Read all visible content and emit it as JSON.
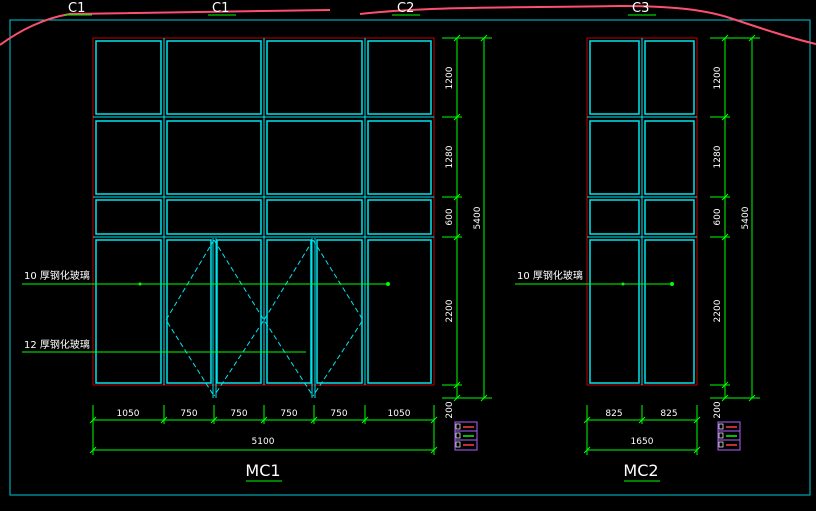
{
  "colors": {
    "background": "#000000",
    "frame": "#00e5ee",
    "dimension": "#00ff00",
    "outline_red": "#c00000",
    "cloud_pink": "#ff4f70",
    "border": "#00c8d8",
    "label_white": "#ffffff",
    "legend_purple": "#b060ff"
  },
  "grid_labels": [
    "C1",
    "C1",
    "C2",
    "C3"
  ],
  "mc1": {
    "name": "MC1",
    "horizontal_dims": [
      "1050",
      "750",
      "750",
      "750",
      "750",
      "1050"
    ],
    "total_width": "5100",
    "vertical_dims": [
      "1200",
      "1280",
      "600",
      "2200",
      "200"
    ],
    "total_height": "5400",
    "glass_labels": [
      "10 厚钢化玻璃",
      "12 厚钢化玻璃"
    ]
  },
  "mc2": {
    "name": "MC2",
    "horizontal_dims": [
      "825",
      "825"
    ],
    "total_width": "1650",
    "vertical_dims": [
      "1200",
      "1280",
      "600",
      "2200",
      "200"
    ],
    "total_height": "5400",
    "glass_labels": [
      "10 厚钢化玻璃"
    ]
  },
  "legend_icon": "material-legend-icon"
}
